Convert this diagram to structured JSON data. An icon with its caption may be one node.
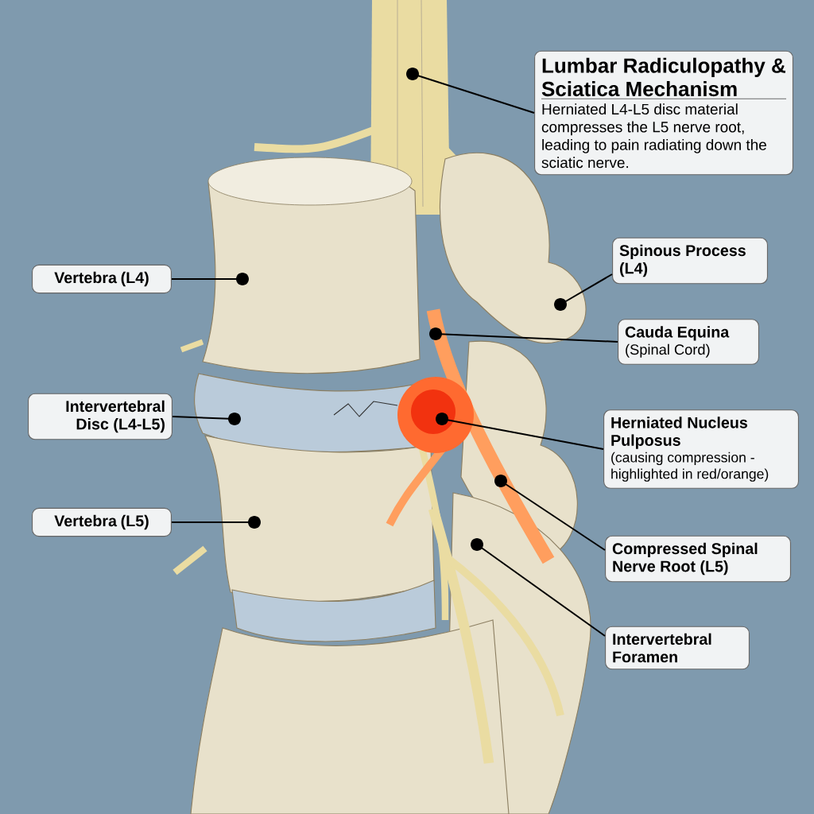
{
  "diagram": {
    "nodes": [
      {
        "text": [
          "Lumbar Radiculopathy & Sciatica Mechanism",
          "Herniated L4-L5 disc material compresses the L5 nerve root, leading to pain radiating down the sciatic nerve."
        ]
      },
      {
        "text": [
          "Vertebra (L4)"
        ]
      },
      {
        "text": [
          "Intervertebral Disc (L4-L5)"
        ]
      },
      {
        "text": [
          "Vertebra (L5)"
        ]
      },
      {
        "text": [
          "Spinous Process (L4)"
        ]
      },
      {
        "text": [
          "Cauda Equina",
          "(Spinal Cord)"
        ]
      },
      {
        "text": [
          "Herniated Nucleus Pulposus",
          "(causing compression - highlighted in red/orange)"
        ]
      },
      {
        "text": [
          "Compressed Spinal Nerve Root (L5)"
        ]
      },
      {
        "text": [
          "Intervertebral Foramen"
        ]
      }
    ],
    "edges": [
      {
        "from": 0,
        "to": null,
        "arrow": "other"
      },
      {
        "from": 1,
        "to": null,
        "arrow": "other"
      },
      {
        "from": 2,
        "to": null,
        "arrow": "other"
      },
      {
        "from": 3,
        "to": null,
        "arrow": "other"
      },
      {
        "from": 4,
        "to": null,
        "arrow": "other"
      },
      {
        "from": 5,
        "to": null,
        "arrow": "other"
      },
      {
        "from": 6,
        "to": null,
        "arrow": "other"
      },
      {
        "from": 7,
        "to": null,
        "arrow": "other"
      },
      {
        "from": 8,
        "to": null,
        "arrow": "other"
      }
    ]
  }
}
